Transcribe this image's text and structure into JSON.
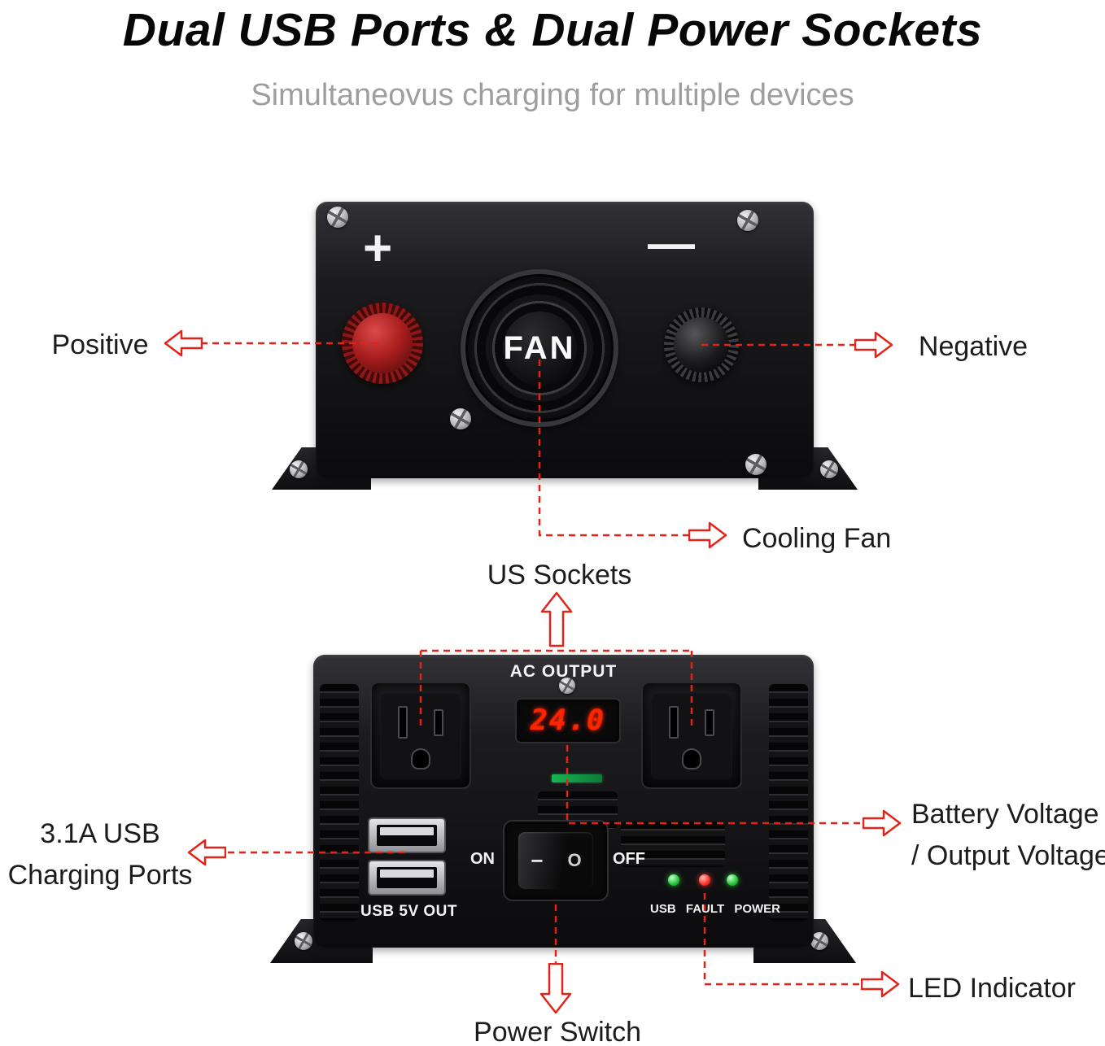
{
  "title": "Dual USB Ports & Dual Power Sockets",
  "subtitle": "Simultaneovus charging for multiple devices",
  "colors": {
    "accent_red": "#e2231a",
    "display_red": "#ff2400",
    "led_green": "#2ecc40",
    "led_red": "#ff3b30",
    "device_black": "#17171a",
    "subtitle_gray": "#9e9e9e"
  },
  "front_view": {
    "plus": "+",
    "minus": "—",
    "fan": "FAN"
  },
  "panel_view": {
    "ac_output": "AC OUTPUT",
    "display_value": "24.0",
    "usb_out": "USB 5V OUT",
    "on": "ON",
    "off": "OFF",
    "switch_line": "−",
    "switch_circle": "O",
    "led_labels": [
      "USB",
      "FAULT",
      "POWER"
    ]
  },
  "annotations": {
    "positive": "Positive",
    "negative": "Negative",
    "cooling_fan": "Cooling Fan",
    "us_sockets": "US Sockets",
    "usb_line1": "3.1A USB",
    "usb_line2": "Charging Ports",
    "battery_line1": "Battery Voltage",
    "battery_line2": "/ Output Voltage",
    "led_indicator": "LED Indicator",
    "power_switch": "Power Switch"
  }
}
